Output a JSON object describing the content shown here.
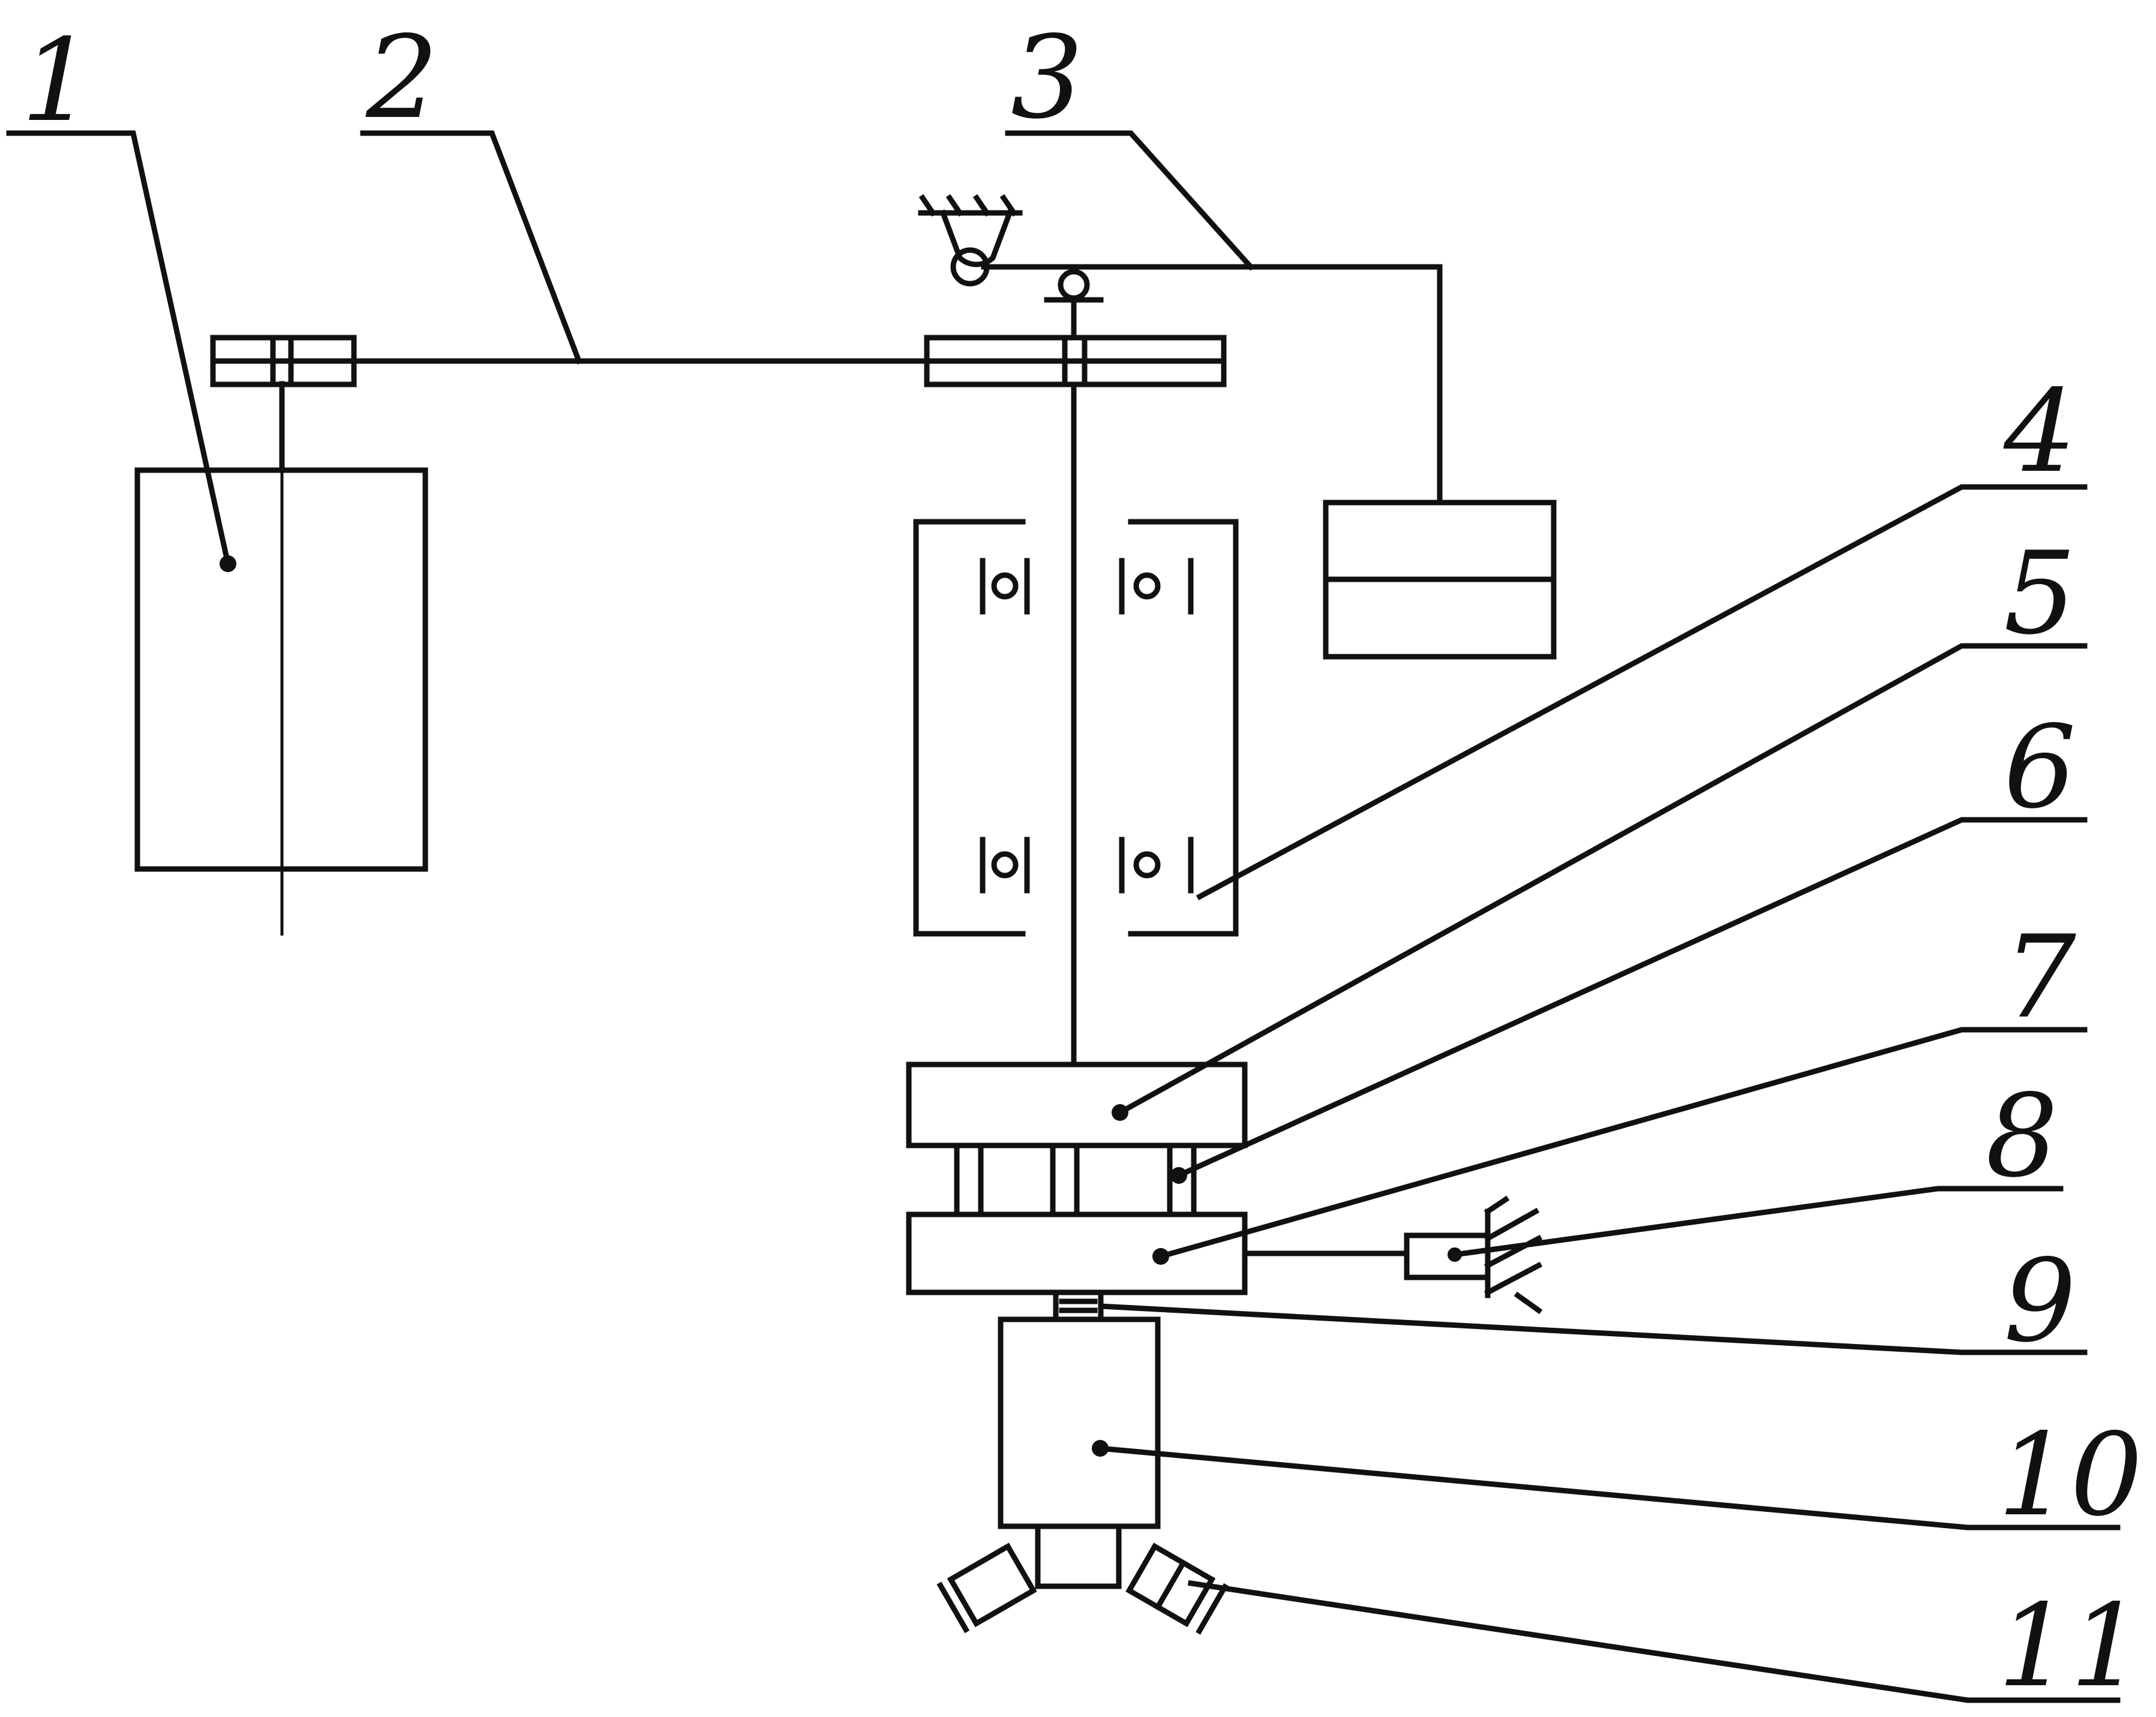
{
  "diagram": {
    "labels": [
      {
        "id": "1",
        "text": "1"
      },
      {
        "id": "2",
        "text": "2"
      },
      {
        "id": "3",
        "text": "3"
      },
      {
        "id": "4",
        "text": "4"
      },
      {
        "id": "5",
        "text": "5"
      },
      {
        "id": "6",
        "text": "6"
      },
      {
        "id": "7",
        "text": "7"
      },
      {
        "id": "8",
        "text": "8"
      },
      {
        "id": "9",
        "text": "9"
      },
      {
        "id": "10",
        "text": "10"
      },
      {
        "id": "11",
        "text": "11"
      }
    ],
    "colors": {
      "stroke": "#111111",
      "background": "#ffffff"
    }
  }
}
